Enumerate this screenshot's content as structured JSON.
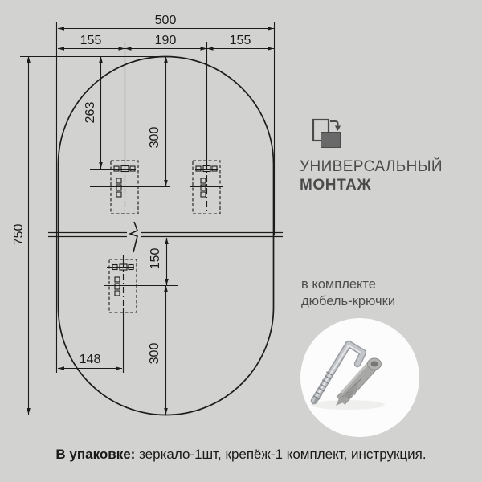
{
  "dimensions": {
    "total_width": "500",
    "top_left_offset": "155",
    "top_center_span": "190",
    "top_right_offset": "155",
    "total_height": "750",
    "hook_slot_from_top": "263",
    "upper_hooks_from_top": "300",
    "lower_hook_from_center": "150",
    "lower_hook_from_bottom": "300",
    "lower_hook_from_left": "148"
  },
  "panel": {
    "mount_title_line1": "УНИВЕРСАЛЬНЫЙ",
    "mount_title_line2": "МОНТАЖ",
    "included_line1": "в комплекте",
    "included_line2": "дюбель-крючки"
  },
  "footer": {
    "label": "В упаковке:",
    "items": "зеркало-1шт, крепёж-1 комплект, инструкция."
  },
  "icons": {
    "rotate_mount": "rotate-mount-icon",
    "hardware_photo": "hook-and-dowel-photo"
  },
  "colors": {
    "background": "#d2d2d0",
    "line": "#1c1c1c",
    "panel_text": "#4b4b4b",
    "circle_bg": "#fcfcfc"
  }
}
